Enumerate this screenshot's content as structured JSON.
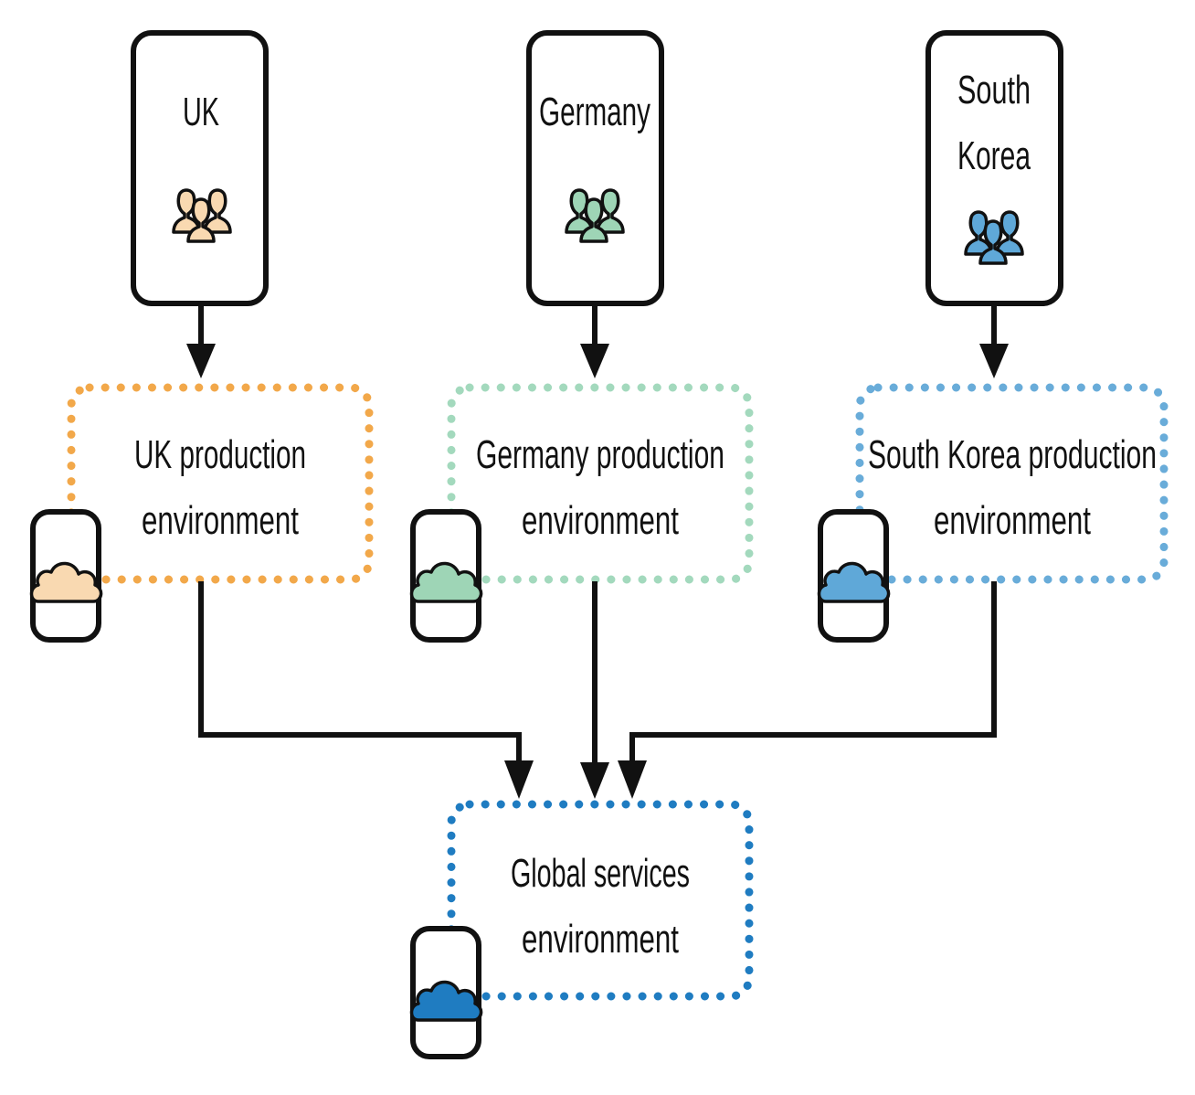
{
  "colors": {
    "uk": "#f9d9b1",
    "uk_border": "#f2a84a",
    "germany": "#9ed5b6",
    "germany_border": "#a3d9bd",
    "korea": "#5fa8d8",
    "korea_border": "#69acd9",
    "global": "#1f7cc1",
    "global_border": "#1f7cc1",
    "stroke": "#111111"
  },
  "regions": [
    {
      "id": "uk",
      "name_lines": [
        "UK"
      ],
      "icon": "users-icon",
      "env_lines": [
        "UK production",
        "environment"
      ],
      "cloud_icon": "cloud-icon"
    },
    {
      "id": "germany",
      "name_lines": [
        "Germany"
      ],
      "icon": "users-icon",
      "env_lines": [
        "Germany production",
        "environment"
      ],
      "cloud_icon": "cloud-icon"
    },
    {
      "id": "korea",
      "name_lines": [
        "South",
        "Korea"
      ],
      "icon": "users-icon",
      "env_lines": [
        "South Korea production",
        "environment"
      ],
      "cloud_icon": "cloud-icon"
    }
  ],
  "global": {
    "env_lines": [
      "Global services",
      "environment"
    ],
    "cloud_icon": "cloud-icon"
  }
}
